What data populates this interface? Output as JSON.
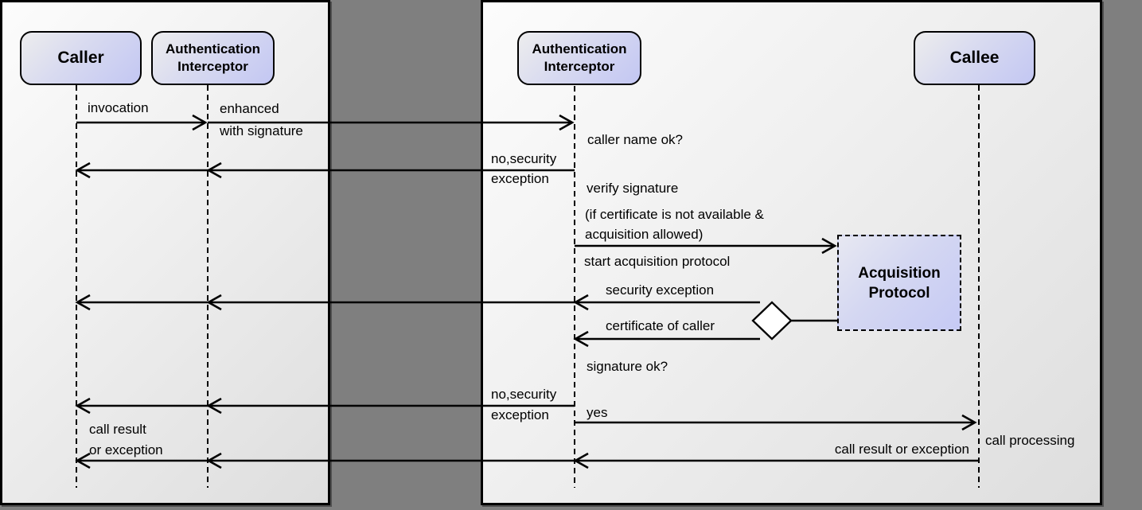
{
  "diagram_title": "authentication interceptor sequence diagram",
  "colors": {
    "background": "#7f7f7f",
    "panel_border": "#000000",
    "panel_fill_light": "#fcfcfc",
    "panel_fill_dark": "#dedede",
    "actor_fill_light": "#ededed",
    "actor_fill_lavender": "#c3c7f3",
    "acquisition_fill": "#c6caf4",
    "line_color": "#000000",
    "diamond_fill": "#ffffff"
  },
  "left_panel": {
    "actors": {
      "caller": "Caller",
      "auth_line1": "Authentication",
      "auth_line2": "Interceptor"
    },
    "messages": {
      "invocation": "invocation",
      "enhanced_line1": "enhanced",
      "enhanced_line2": "with signature",
      "call_result_line1": "call result",
      "call_result_line2": "or exception"
    }
  },
  "right_panel": {
    "actors": {
      "auth_line1": "Authentication",
      "auth_line2": "Interceptor",
      "callee": "Callee",
      "acquisition_line1": "Acquisition",
      "acquisition_line2": "Protocol"
    },
    "messages": {
      "caller_name_ok": "caller name ok?",
      "no_security_1_line1": "no,security",
      "no_security_1_line2": "exception",
      "verify_signature": "verify signature",
      "if_certificate_line1": "(if certificate is not available &",
      "if_certificate_line2": "acquisition allowed)",
      "start_acquisition": "start acquisition protocol",
      "security_exception": "security exception",
      "certificate_of_caller": "certificate of caller",
      "signature_ok": "signature ok?",
      "no_security_2_line1": "no,security",
      "no_security_2_line2": "exception",
      "yes": "yes",
      "call_processing": "call processing",
      "call_result_or_exception": "call result or exception"
    }
  }
}
